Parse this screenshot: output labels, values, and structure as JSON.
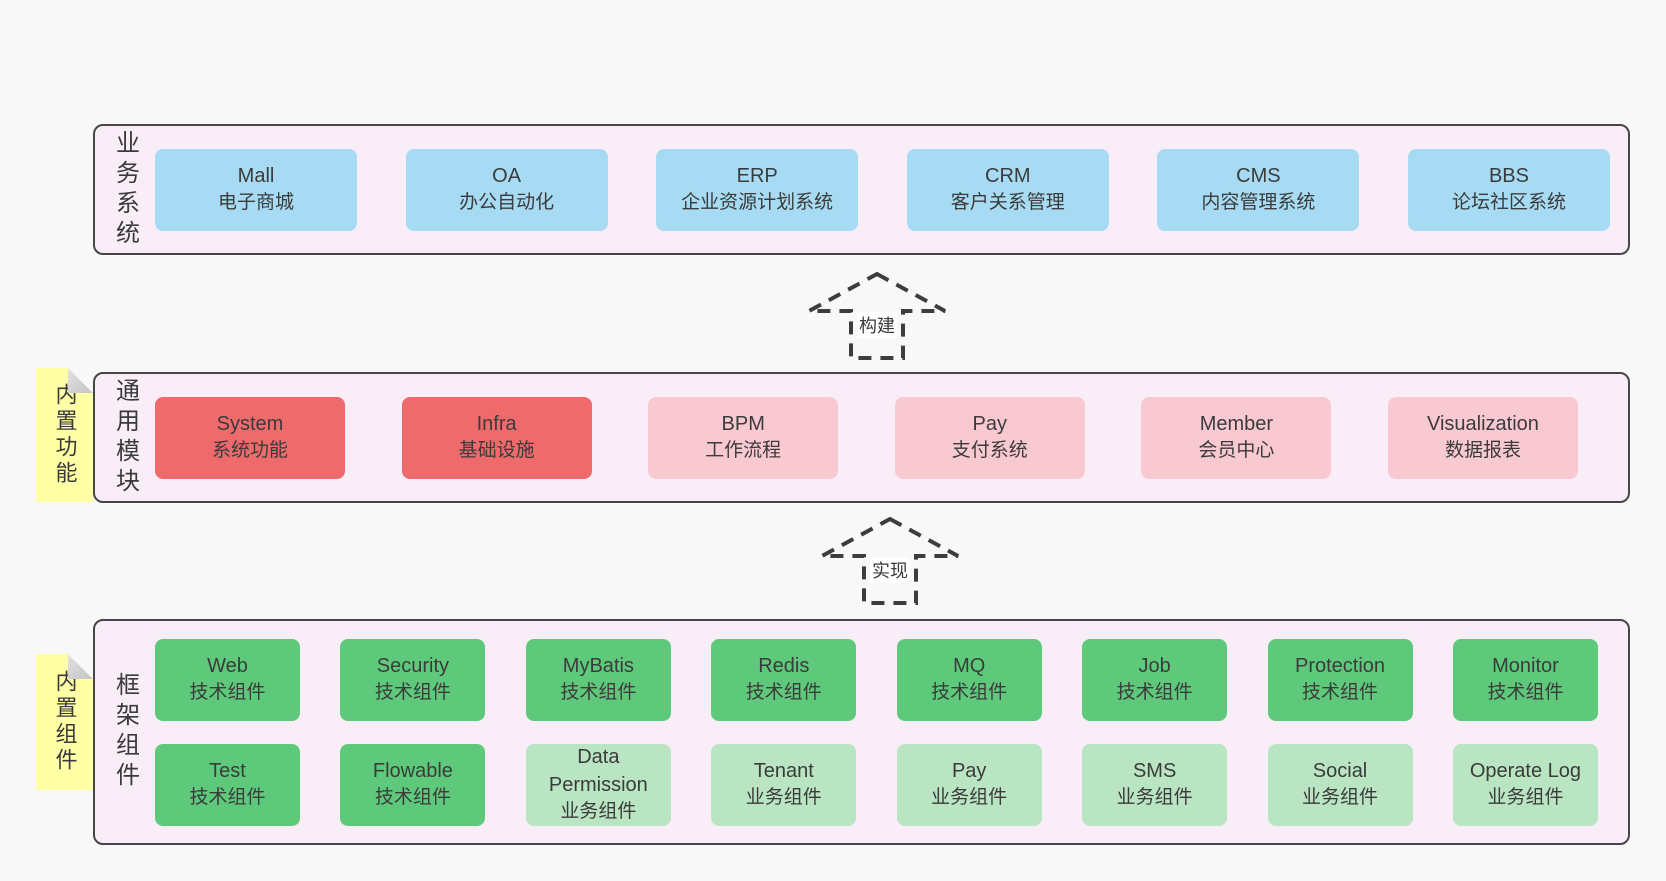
{
  "colors": {
    "canvas": "#F8F8F8",
    "layer_background": "#F9EEF7",
    "layer_border": "#464646",
    "blue_box": "#A7DBF3",
    "red_box": "#EE6A6B",
    "pink_box": "#F9C9D2",
    "green_box": "#5FC97B",
    "light_green_box": "#B9E5C2",
    "note_yellow": "#FFFFA6",
    "text": "#3B3B3B"
  },
  "arrows": [
    {
      "label": "构建"
    },
    {
      "label": "实现"
    }
  ],
  "layers": [
    {
      "label": "业务系统",
      "boxes": [
        {
          "title": "Mall",
          "subtitle": "电子商城"
        },
        {
          "title": "OA",
          "subtitle": "办公自动化"
        },
        {
          "title": "ERP",
          "subtitle": "企业资源计划系统"
        },
        {
          "title": "CRM",
          "subtitle": "客户关系管理"
        },
        {
          "title": "CMS",
          "subtitle": "内容管理系统"
        },
        {
          "title": "BBS",
          "subtitle": "论坛社区系统"
        }
      ]
    },
    {
      "label": "通用模块",
      "note": "内置功能",
      "boxes": [
        {
          "title": "System",
          "subtitle": "系统功能",
          "variant": "red"
        },
        {
          "title": "Infra",
          "subtitle": "基础设施",
          "variant": "red"
        },
        {
          "title": "BPM",
          "subtitle": "工作流程",
          "variant": "pink"
        },
        {
          "title": "Pay",
          "subtitle": "支付系统",
          "variant": "pink"
        },
        {
          "title": "Member",
          "subtitle": "会员中心",
          "variant": "pink"
        },
        {
          "title": "Visualization",
          "subtitle": "数据报表",
          "variant": "pink"
        }
      ]
    },
    {
      "label": "框架组件",
      "note": "内置组件",
      "rows": [
        [
          {
            "title": "Web",
            "subtitle": "技术组件",
            "variant": "green"
          },
          {
            "title": "Security",
            "subtitle": "技术组件",
            "variant": "green"
          },
          {
            "title": "MyBatis",
            "subtitle": "技术组件",
            "variant": "green"
          },
          {
            "title": "Redis",
            "subtitle": "技术组件",
            "variant": "green"
          },
          {
            "title": "MQ",
            "subtitle": "技术组件",
            "variant": "green"
          },
          {
            "title": "Job",
            "subtitle": "技术组件",
            "variant": "green"
          },
          {
            "title": "Protection",
            "subtitle": "技术组件",
            "variant": "green"
          },
          {
            "title": "Monitor",
            "subtitle": "技术组件",
            "variant": "green"
          }
        ],
        [
          {
            "title": "Test",
            "subtitle": "技术组件",
            "variant": "green"
          },
          {
            "title": "Flowable",
            "subtitle": "技术组件",
            "variant": "green"
          },
          {
            "title": "Data Permission",
            "subtitle": "业务组件",
            "variant": "light-green"
          },
          {
            "title": "Tenant",
            "subtitle": "业务组件",
            "variant": "light-green"
          },
          {
            "title": "Pay",
            "subtitle": "业务组件",
            "variant": "light-green"
          },
          {
            "title": "SMS",
            "subtitle": "业务组件",
            "variant": "light-green"
          },
          {
            "title": "Social",
            "subtitle": "业务组件",
            "variant": "light-green"
          },
          {
            "title": "Operate Log",
            "subtitle": "业务组件",
            "variant": "light-green"
          }
        ]
      ]
    }
  ]
}
